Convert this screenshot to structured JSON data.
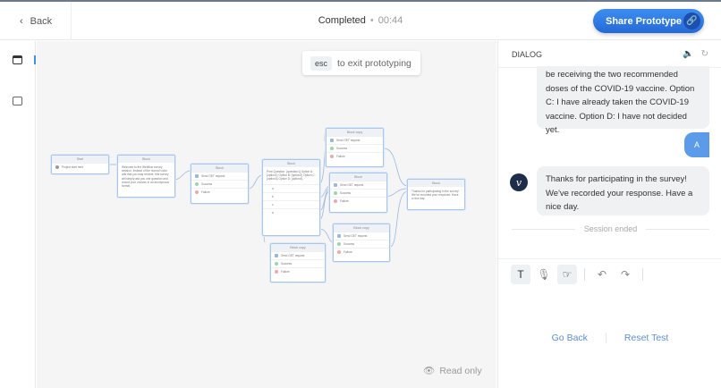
{
  "header": {
    "back_label": "Back",
    "status": "Completed",
    "separator": "•",
    "timer": "00:44",
    "share_label": "Share Prototype"
  },
  "canvas": {
    "esc_key": "esc",
    "esc_hint": "to exit prototyping",
    "read_only": "Read only",
    "nodes": {
      "start": {
        "title": "Start",
        "row": "Project start here"
      },
      "welcome": {
        "title": "Block",
        "text": "Welcome to the Webflow survey session. Instead of the normal voice ads that you may receive, this survey will simply ask you one question and record your choices in an anonymous format."
      },
      "api1": {
        "title": "Block",
        "request": "Send GET request",
        "success": "Success",
        "failure": "Failure"
      },
      "question": {
        "title": "Block",
        "text": "Print Question: {question1} Option A: {option1} Option B: {option2} Option C: {option3} Option D: {option4}",
        "choices": [
          "a",
          "b",
          "c",
          "d"
        ]
      },
      "copy_top": {
        "title": "Block copy",
        "request": "Send GET request",
        "success": "Success",
        "failure": "Failure"
      },
      "api2": {
        "title": "Block",
        "request": "Send GET request",
        "success": "Success",
        "failure": "Failure"
      },
      "thanks": {
        "title": "Block",
        "text": "Thanks for participating in the survey! We've recorded your response. Have a nice day."
      },
      "copy_mid": {
        "title": "Block copy",
        "request": "Send GET request",
        "success": "Success",
        "failure": "Failure"
      },
      "copy_bottom": {
        "title": "Block copy",
        "request": "Send GET request",
        "success": "Success",
        "failure": "Failure"
      }
    }
  },
  "dialog": {
    "title": "DIALOG",
    "messages": [
      {
        "role": "bot",
        "text": "be receiving the two recommended doses of the COVID-19 vaccine. Option C: I have already taken the COVID-19 vaccine. Option D: I have not decided yet."
      },
      {
        "role": "user",
        "text": "A"
      },
      {
        "role": "bot",
        "text": "Thanks for participating in the survey! We've recorded your response. Have a nice day."
      }
    ],
    "avatar_letter": "v",
    "session_ended": "Session ended",
    "toolbar": {
      "text_mode": "T"
    },
    "go_back": "Go Back",
    "reset_test": "Reset Test"
  },
  "colors": {
    "accent": "#2f7ae5",
    "user_bubble": "#5b9bea",
    "link": "#5b8fd8"
  }
}
